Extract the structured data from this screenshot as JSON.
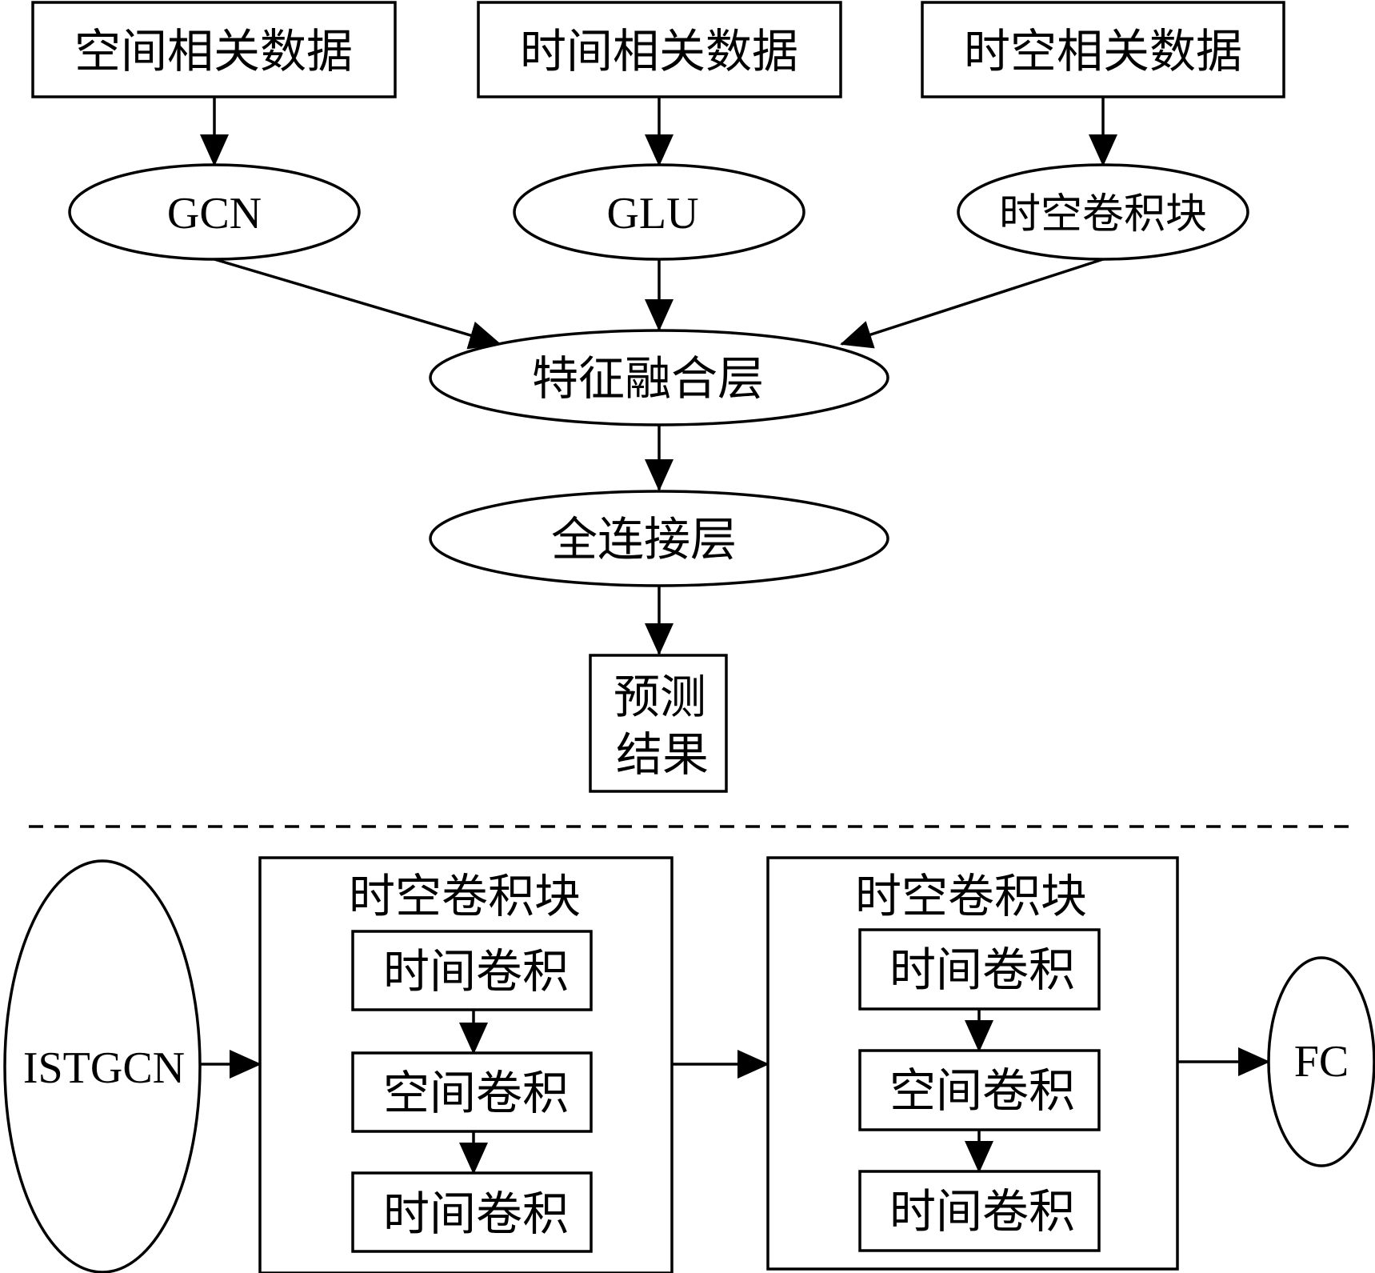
{
  "inputs": {
    "spatial_data": "空间相关数据",
    "temporal_data": "时间相关数据",
    "spatiotemporal_data": "时空相关数据"
  },
  "modules": {
    "gcn": "GCN",
    "glu": "GLU",
    "st_conv_block": "时空卷积块"
  },
  "fusion_layer": "特征融合层",
  "fc_layer": "全连接层",
  "output": {
    "line1": "预测",
    "line2": "结果"
  },
  "detail": {
    "model": "ISTGCN",
    "blocks": [
      {
        "title": "时空卷积块",
        "steps": [
          "时间卷积",
          "空间卷积",
          "时间卷积"
        ]
      },
      {
        "title": "时空卷积块",
        "steps": [
          "时间卷积",
          "空间卷积",
          "时间卷积"
        ]
      }
    ],
    "fc": "FC"
  }
}
